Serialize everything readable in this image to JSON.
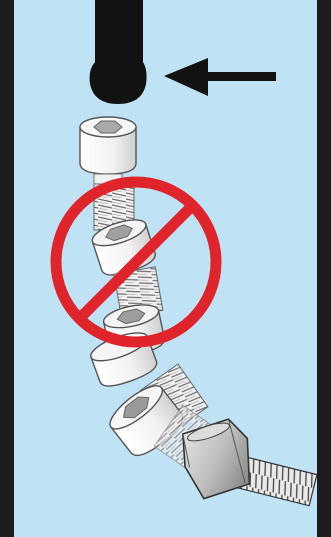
{
  "diagram": {
    "colors": {
      "border": "#1d1d1f",
      "background": "#bfe2f5",
      "prohibition": "#e0242b",
      "key": "#111111",
      "arrow": "#111111",
      "metal_light": "#f4f4f4",
      "metal_dark": "#8a8a8a"
    },
    "elements": [
      {
        "name": "hex-key",
        "icon": "hex-key-icon"
      },
      {
        "name": "direction-arrow",
        "icon": "left-arrow-icon"
      },
      {
        "name": "socket-head-screw",
        "icon": "cap-screw-icon"
      },
      {
        "name": "prohibition-sign",
        "icon": "no-sign-icon"
      },
      {
        "name": "hex-nut",
        "icon": "hex-nut-icon"
      }
    ]
  }
}
